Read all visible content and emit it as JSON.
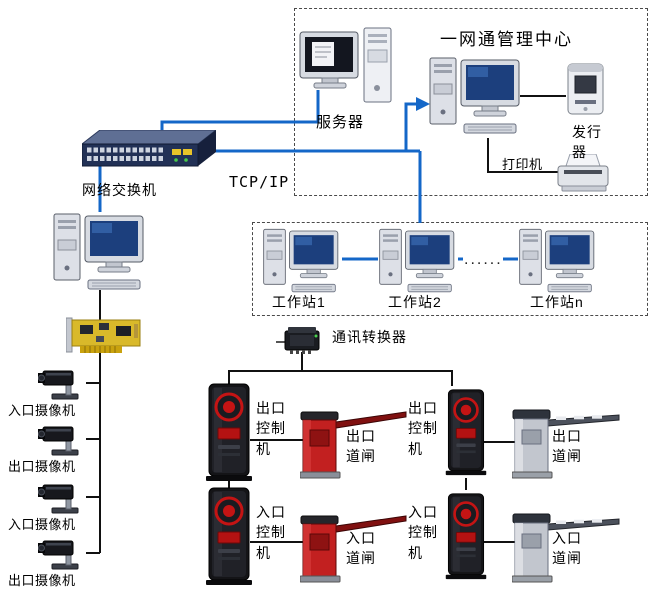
{
  "management": {
    "title": "一网通管理中心",
    "server_label": "服务器",
    "issuer_label": "发行器",
    "printer_label": "打印机"
  },
  "network": {
    "switch_label": "网络交换机",
    "protocol_label": "TCP/IP"
  },
  "workstations": {
    "items": [
      {
        "label": "工作站1"
      },
      {
        "label": "工作站2"
      },
      {
        "label": "工作站n"
      }
    ],
    "ellipsis": "......"
  },
  "converter": {
    "label": "通讯转换器"
  },
  "cameras": {
    "items": [
      {
        "label": "入口摄像机"
      },
      {
        "label": "出口摄像机"
      },
      {
        "label": "入口摄像机"
      },
      {
        "label": "出口摄像机"
      }
    ]
  },
  "lanes": {
    "exit": {
      "controller_a": "出口控制机",
      "gate_a": "出口道闸",
      "controller_b": "出口控制机",
      "gate_b": "出口道闸"
    },
    "entry": {
      "controller_a": "入口控制机",
      "gate_a": "入口道闸",
      "controller_b": "入口控制机",
      "gate_b": "入口道闸"
    }
  },
  "colors": {
    "bus_blue": "#1467c8",
    "wire_black": "#111111",
    "barrier_red": "#c22020",
    "kiosk_red": "#c41414",
    "switch_navy": "#223156",
    "card_yellow": "#d9b92a"
  }
}
